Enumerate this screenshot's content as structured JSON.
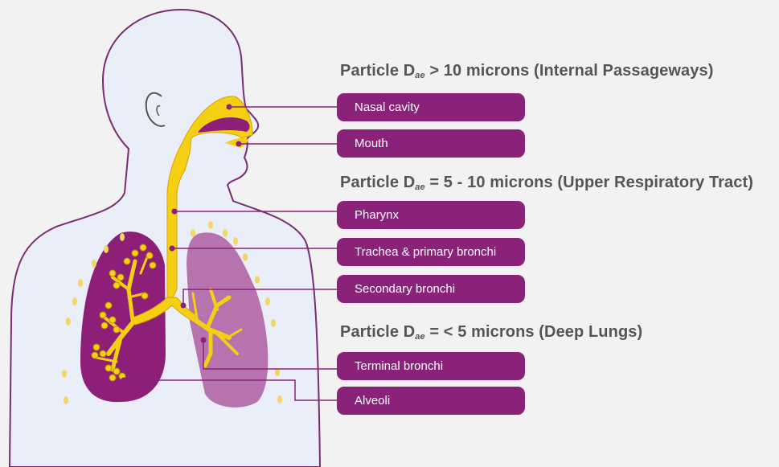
{
  "colors": {
    "background": "#f2f2f2",
    "body_fill": "#e9eef8",
    "body_outline": "#7b2a74",
    "airway": "#f4cf14",
    "lung_dark": "#8e1f78",
    "lung_light": "#b673ad",
    "pill": "#8b2279",
    "heading_text": "#555555"
  },
  "headings": [
    {
      "prefix": "Particle D",
      "subscript": "ae",
      "suffix": " > 10 microns (Internal Passageways)"
    },
    {
      "prefix": "Particle D",
      "subscript": "ae",
      "suffix": " = 5 - 10 microns (Upper Respiratory Tract)"
    },
    {
      "prefix": "Particle D",
      "subscript": "ae",
      "suffix": " = < 5 microns (Deep Lungs)"
    }
  ],
  "labels": [
    "Nasal cavity",
    "Mouth",
    "Pharynx",
    "Trachea & primary bronchi",
    "Secondary bronchi",
    "Terminal bronchi",
    "Alveoli"
  ]
}
